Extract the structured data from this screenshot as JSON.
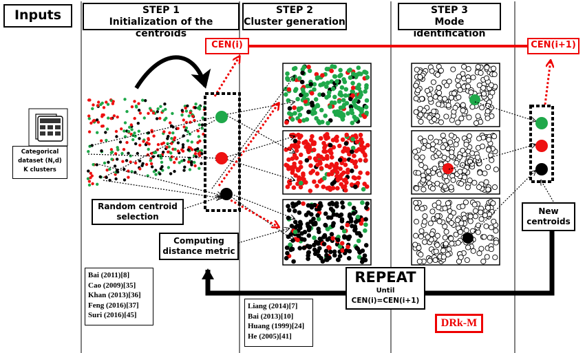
{
  "inputs": {
    "title": "Inputs",
    "dataset_lines": [
      "Categorical",
      "dataset (N,d)",
      "K clusters"
    ]
  },
  "steps": [
    {
      "number": "STEP 1",
      "title": "Initialization of the centroids"
    },
    {
      "number": "STEP 2",
      "title": "Cluster generation"
    },
    {
      "number": "STEP 3",
      "title": "Mode identification"
    }
  ],
  "labels": {
    "cen_i": "CEN(i)",
    "cen_i1": "CEN(i+1)",
    "random_centroid": [
      "Random centroid",
      "selection"
    ],
    "distance_metric": [
      "Computing",
      "distance metric"
    ],
    "new_centroids": [
      "New",
      "centroids"
    ],
    "repeat": "REPEAT",
    "until": "Until",
    "repeat_condition": "CEN(i)=CEN(i+1)",
    "algorithm": "DRk-M"
  },
  "references": {
    "step1": [
      "Bai (2011)[8]",
      "Cao (2009)[35]",
      "Khan (2013)[36]",
      "Feng (2016)[37]",
      "Suri (2016)[45]"
    ],
    "step2": [
      "Liang (2014)[7]",
      "Bai (2013)[10]",
      "Huang (1999)[24]",
      "He (2005)[41]"
    ]
  },
  "colors": {
    "green": "#1fa84a",
    "red": "#ee1111",
    "black": "#000000"
  }
}
